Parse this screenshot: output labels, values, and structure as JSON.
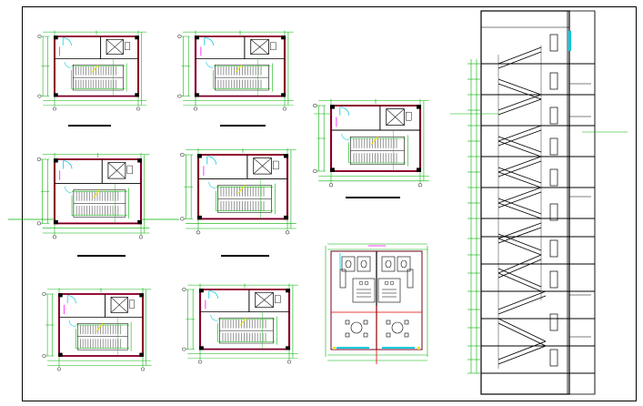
{
  "sheet": {
    "background": "#ffffff",
    "frame_color": "#000000"
  },
  "colors": {
    "wall_red": "#c0003a",
    "dim_green": "#00b000",
    "axis_green": "#00c000",
    "hatch_black": "#000000",
    "glazing_cyan": "#00c8e0",
    "door_magenta": "#ff00ff",
    "yellow_mark": "#f0e000",
    "section_red": "#e00000"
  },
  "plans": [
    {
      "id": "plan-a"
    },
    {
      "id": "plan-b"
    },
    {
      "id": "plan-c"
    },
    {
      "id": "plan-d"
    },
    {
      "id": "plan-e"
    },
    {
      "id": "plan-f"
    },
    {
      "id": "plan-g"
    }
  ],
  "icons": {
    "elevator": "elevator-cross-box",
    "door": "door-swing-arc",
    "stair": "stair-treads",
    "toilet": "toilet-fixture",
    "table": "round-table"
  }
}
